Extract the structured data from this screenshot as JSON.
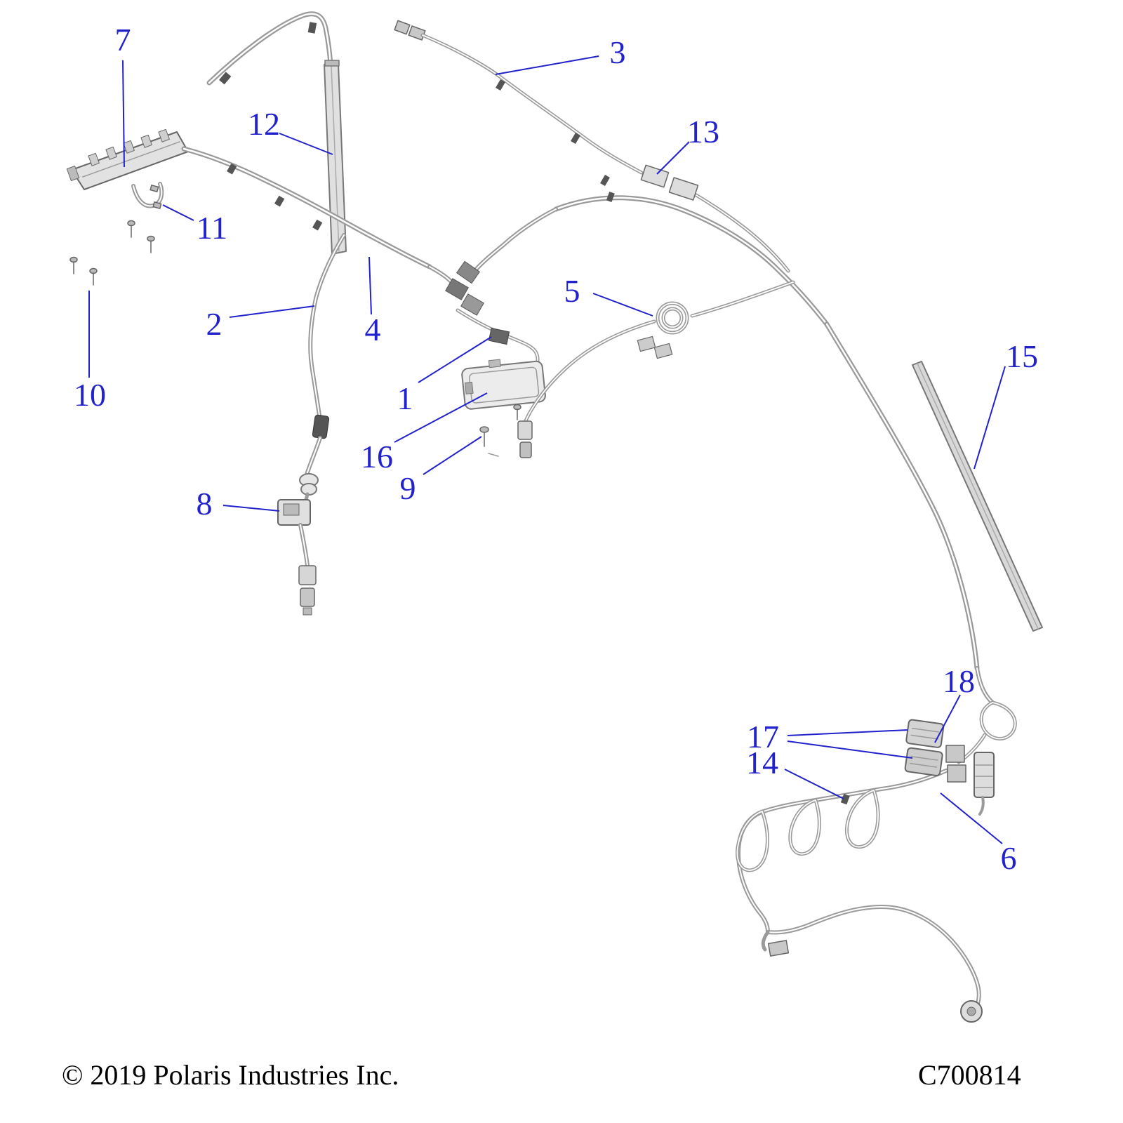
{
  "diagram": {
    "type": "exploded-parts-diagram",
    "subject": "vehicle wiring harness assembly",
    "callouts": [
      "7",
      "12",
      "3",
      "13",
      "11",
      "10",
      "2",
      "4",
      "5",
      "1",
      "16",
      "9",
      "8",
      "15",
      "18",
      "17",
      "14",
      "6"
    ],
    "footer": {
      "copyright": "© 2019 Polaris Industries Inc.",
      "part_code": "C700814"
    },
    "colors": {
      "callout_blue": "#2222cc",
      "line_gray": "#9a9a9a",
      "shape_outline": "#666666",
      "text_black": "#000000",
      "background": "#ffffff"
    }
  }
}
